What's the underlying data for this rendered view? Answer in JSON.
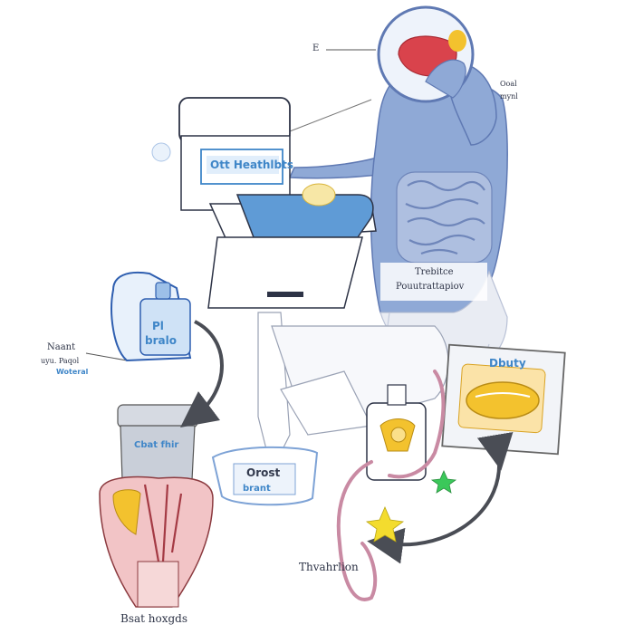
{
  "labels": {
    "top_letter": "E",
    "right_head_1": "Ooal",
    "right_head_2": "mynl",
    "tank_sign": "Ott Heathlbts",
    "torso_1": "Trebitce",
    "torso_2": "Pouutrattapiov",
    "left_1": "Naant",
    "left_2": "uyu. Paqol",
    "left_3": "Woteral",
    "jug_1": "Pl",
    "jug_2": "bralo",
    "tank2_sign": "Cbat fhir",
    "dish_1": "Orost",
    "dish_2": "brant",
    "tray_title": "Dbuty",
    "bottom_right": "Thvahrlion",
    "bottom_left": "Bsat hoxgds"
  },
  "colors": {
    "figure_blue": "#8fa9d6",
    "figure_outline": "#5f79b3",
    "accent_blue": "#3f86c8",
    "organ_red": "#d9434c",
    "organ_yellow": "#f3c22e",
    "arrow_gray": "#4a4d55",
    "tube_pink": "#c98aa3"
  }
}
